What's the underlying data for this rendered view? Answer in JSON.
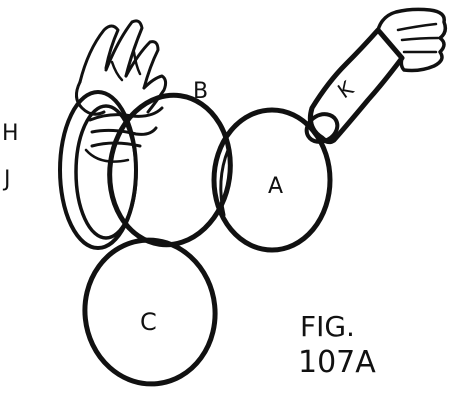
{
  "figure": {
    "caption_line1": "FIG.",
    "caption_line2": "107A",
    "ink_color": "#111111",
    "background": "#ffffff"
  },
  "rings": {
    "a_label": "A",
    "b_label": "B",
    "c_label": "C",
    "k_label": "K",
    "h_label": "H",
    "j_label": "J"
  }
}
